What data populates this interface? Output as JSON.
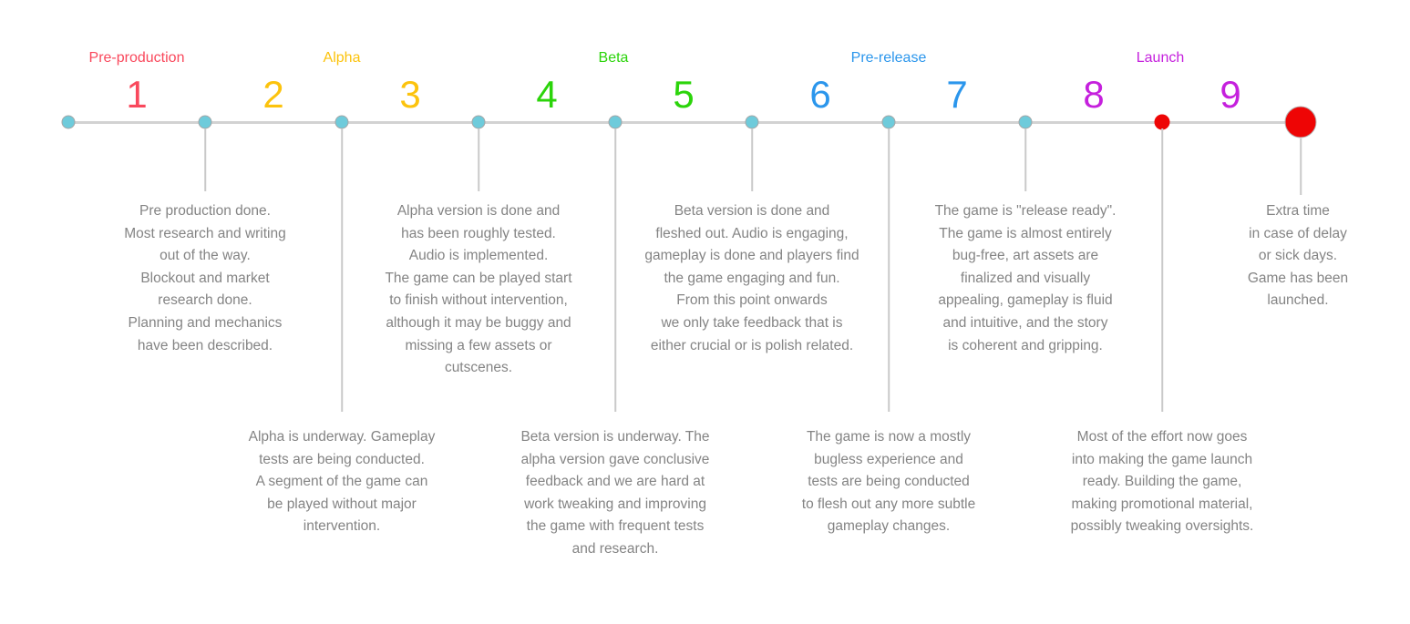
{
  "palette": {
    "red": "#f9485c",
    "yellow": "#fcc30d",
    "green": "#2bd40a",
    "blue": "#2b96ec",
    "magenta": "#c520dd",
    "dot_fill": "#6ecbdb",
    "launch_red": "#ee0505",
    "line_gray": "#d2d2d2",
    "text_gray": "#848484"
  },
  "phases": [
    {
      "label": "Pre-production",
      "color": "#f9485c"
    },
    {
      "label": "Alpha",
      "color": "#fcc30d"
    },
    {
      "label": "Beta",
      "color": "#2bd40a"
    },
    {
      "label": "Pre-release",
      "color": "#2b96ec"
    },
    {
      "label": "Launch",
      "color": "#c520dd"
    }
  ],
  "steps": [
    {
      "number": "1",
      "color": "#f9485c"
    },
    {
      "number": "2",
      "color": "#fcc30d"
    },
    {
      "number": "3",
      "color": "#fcc30d"
    },
    {
      "number": "4",
      "color": "#2bd40a"
    },
    {
      "number": "5",
      "color": "#2bd40a"
    },
    {
      "number": "6",
      "color": "#2b96ec"
    },
    {
      "number": "7",
      "color": "#2b96ec"
    },
    {
      "number": "8",
      "color": "#c520dd"
    },
    {
      "number": "9",
      "color": "#c520dd"
    }
  ],
  "notes_top": [
    {
      "text": "Pre production done.\nMost research and writing\nout of the way.\nBlockout and market\nresearch done.\nPlanning and mechanics\nhave been described."
    },
    {
      "text": "Alpha version is done and\nhas been roughly tested.\nAudio is implemented.\nThe game can be played start\nto finish without intervention,\nalthough it may be buggy and\nmissing a few assets or\ncutscenes."
    },
    {
      "text": "Beta version is done and\nfleshed out. Audio is engaging,\ngameplay is done and players find\nthe game engaging and fun.\nFrom this point onwards\nwe only take feedback that is\neither crucial or is polish related."
    },
    {
      "text": "The game is \"release ready\".\nThe game is almost entirely\nbug-free, art assets are\nfinalized and visually\nappealing, gameplay is fluid\nand intuitive, and the story\nis coherent and gripping."
    },
    {
      "text": "Extra time\nin case of delay\nor sick days.\nGame has been\nlaunched."
    }
  ],
  "notes_bottom": [
    {
      "text": "Alpha is underway. Gameplay\ntests are being conducted.\nA segment of the game can\nbe played without major\nintervention."
    },
    {
      "text": "Beta version is underway. The\nalpha version gave conclusive\nfeedback and we are hard at\nwork tweaking and improving\nthe game with frequent tests\nand research."
    },
    {
      "text": "The game is now a mostly\nbugless experience and\ntests are being conducted\nto flesh out any more subtle\ngameplay changes."
    },
    {
      "text": "Most of the effort now goes\ninto making the game launch\nready. Building the game,\nmaking promotional material,\npossibly tweaking oversights."
    }
  ]
}
